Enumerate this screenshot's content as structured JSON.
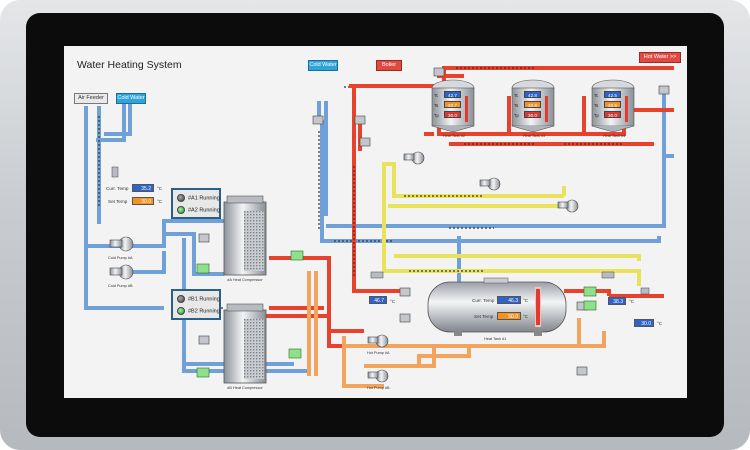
{
  "screen": {
    "title": "Water Heating System"
  },
  "buttons": {
    "air_feeder": "Air Feeder",
    "cold_water_left": "Cold Water",
    "cold_water_top": "Cold Water",
    "boiler": "Boiler",
    "hot_water": "Hot Water >>"
  },
  "left_panel": {
    "curr_temp_label": "Curr. Temp",
    "curr_temp_value": "35.2",
    "set_temp_label": "Set Temp",
    "set_temp_value": "30.0",
    "unit": "°C"
  },
  "status_a": {
    "items": [
      {
        "label": "#A1 Running",
        "state": "off"
      },
      {
        "label": "#A2 Running",
        "state": "on"
      }
    ]
  },
  "status_b": {
    "items": [
      {
        "label": "#B1 Running",
        "state": "off"
      },
      {
        "label": "#B2 Running",
        "state": "on"
      }
    ]
  },
  "equipment": {
    "compressor_a": "#A Heat Compressor",
    "compressor_b": "#B Heat Compressor",
    "cold_pump_a": "Cold Pump #A",
    "cold_pump_b": "Cold Pump #B",
    "hot_pump_a": "Hot Pump #A",
    "hot_pump_b": "Hot Pump #B",
    "hot_tank_1": "Heat Tank #1"
  },
  "small_tanks": [
    {
      "name": "Heat Tank #2",
      "vals": [
        "42.7",
        "32.7",
        "30.0"
      ]
    },
    {
      "name": "Heat Tank #3",
      "vals": [
        "42.8",
        "32.8",
        "30.0"
      ]
    },
    {
      "name": "Heat Tank #4",
      "vals": [
        "42.5",
        "32.5",
        "30.0"
      ]
    }
  ],
  "tank_row_labels": [
    "Tc",
    "Ts",
    "Tp"
  ],
  "main_tank": {
    "curr_temp_label": "Curr. Temp",
    "curr_temp_value": "46.3",
    "set_temp_label": "Set Temp",
    "set_temp_value": "50.0",
    "unit": "°C"
  },
  "readouts": {
    "left_mid": "46.7",
    "right_mid": "38.3",
    "right_low": "30.0",
    "unit": "°C"
  },
  "colors": {
    "hot": "#e8412c",
    "cold": "#6fa0d8",
    "warm": "#f2a35e",
    "yellow": "#e8e35a",
    "accent_blue": "#2fa3da"
  }
}
